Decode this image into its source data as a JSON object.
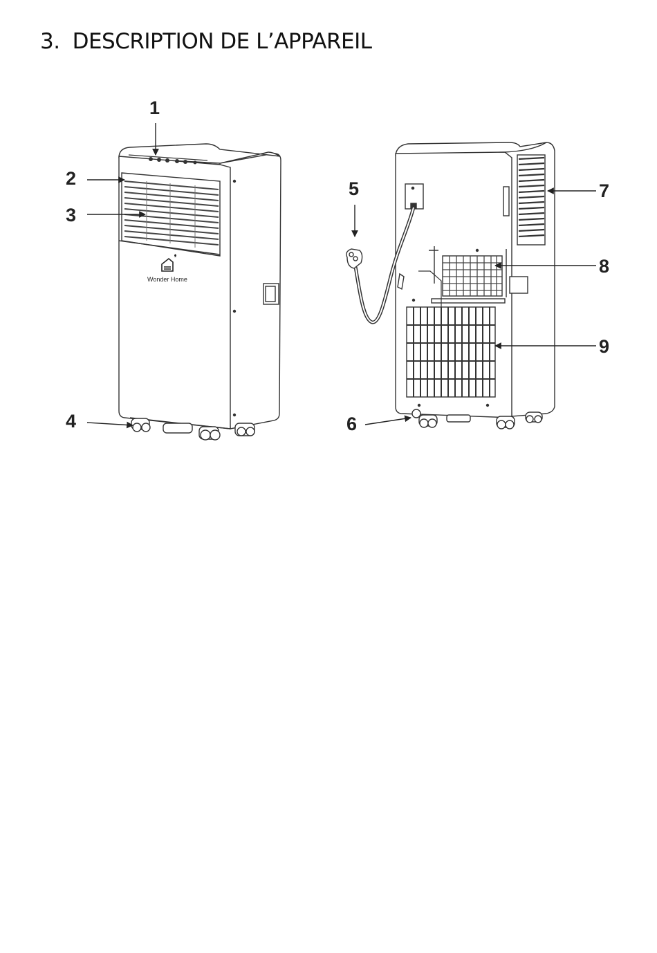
{
  "section": {
    "number": "3.",
    "title": "DESCRIPTION DE L’APPAREIL"
  },
  "figure": {
    "brand_label": "Wonder Home",
    "callouts": [
      "1",
      "2",
      "3",
      "4",
      "5",
      "6",
      "7",
      "8",
      "9"
    ]
  }
}
